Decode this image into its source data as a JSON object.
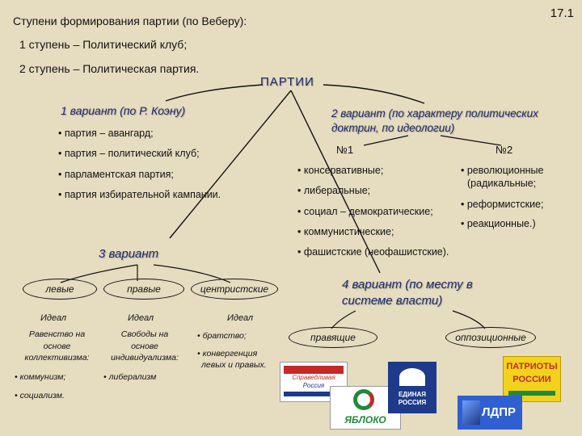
{
  "slide_number": "17.1",
  "weber_title": "Ступени формирования партии (по Веберу):",
  "stage1": "1 ступень – Политический клуб;",
  "stage2": "2 ступень – Политическая партия.",
  "center_title": "ПАРТИИ",
  "variant1": {
    "title": "1 вариант (по Р. Коэну)",
    "items": [
      "• партия – авангард;",
      "• партия – политический клуб;",
      "• парламентская партия;",
      "• партия избирательной кампании."
    ]
  },
  "variant2": {
    "title_line1": "2 вариант (по характеру политических",
    "title_line2": "доктрин, по идеологии)",
    "no1_label": "№1",
    "no2_label": "№2",
    "no1_items": [
      "• консервативные;",
      "• либеральные;",
      "• социал – демократические;",
      "• коммунистические;",
      "• фашистские (неофашистские)."
    ],
    "no2_items": [
      "• революционные",
      "(радикальные;",
      "• реформистские;",
      "• реакционные.)"
    ]
  },
  "variant3": {
    "title": "3  вариант",
    "left_label": "левые",
    "right_label": "правые",
    "center_label": "центристские",
    "ideal_label": "Идеал",
    "left_ideal": [
      "Равенство на",
      "основе",
      "коллективизма:"
    ],
    "right_ideal": [
      "Свободы на",
      "основе",
      "индивидуализма:"
    ],
    "center_ideal": [
      "• братство;",
      "• конвергенция",
      "левых и правых."
    ],
    "left_items": [
      "• коммунизм;",
      "• социализм."
    ],
    "right_items": [
      "• либерализм"
    ]
  },
  "variant4": {
    "title_line1": "4 вариант (по месту в",
    "title_line2": "системе власти)",
    "ruling_label": "правящие",
    "opposition_label": "оппозиционные"
  },
  "logos": {
    "sr_text_line1": "Справедливая",
    "sr_text_line2": "Россия",
    "yabloko_text": "ЯБЛОКО",
    "er_text_line1": "ЕДИНАЯ",
    "er_text_line2": "РОССИЯ",
    "patriots_line1": "ПАТРИОТЫ",
    "patriots_line2": "РОССИИ",
    "ldpr_text": "ЛДПР"
  },
  "colors": {
    "background": "#e6dcc0",
    "title_blue": "#1c2a6b",
    "sr_red": "#c62828",
    "yabloko_green": "#1f8a3a",
    "er_blue": "#1e3a8a",
    "patriots_yellow": "#f2d21b",
    "ldpr_blue": "#2f5fd0"
  }
}
